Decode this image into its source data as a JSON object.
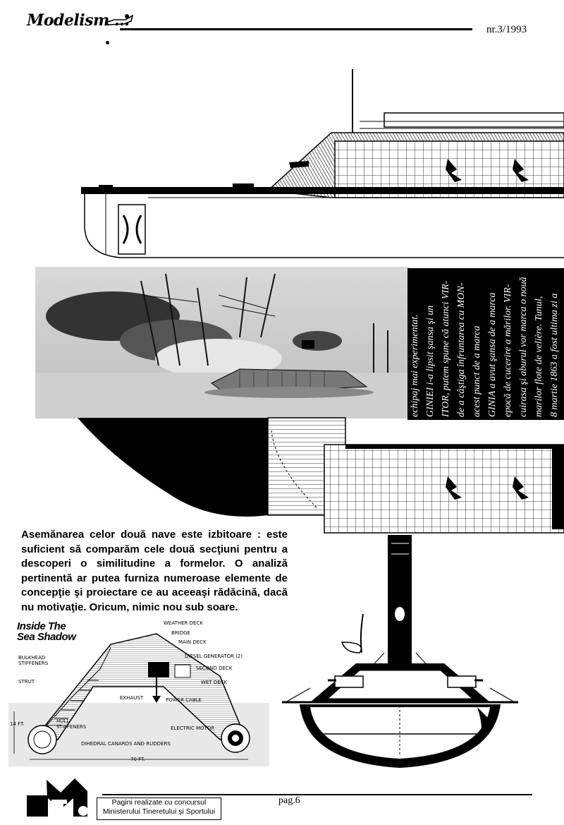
{
  "header": {
    "masthead": "Modelism ...",
    "issue": "nr.3/1993"
  },
  "sidebar_text": {
    "columns": [
      "8 martie 1863 a fost ultima zi a",
      "marilor flote de velière. Tunul,",
      "cuirasa şi aburul vor marca o nouă",
      "epocă de cucerire a mărilor. VIR-",
      "GINIA a avut şansa de a marca",
      "acest punct de a marca",
      "de a câştiga înfruntarea cu MON-",
      "ITOR, putem spune că atunci VIR-",
      "GINIEI i-a lipsit şansa şi un",
      "echipaj mai experimentat."
    ]
  },
  "paragraph": "Asemănarea celor două nave este izbitoare : este suficient să comparăm cele două secţiuni pentru a descoperi o similitudine a formelor. O analiză pertinentă ar putea furniza numeroase elemente de concepţie şi proiectare ce au aceeaşi rădăcină, dacă nu motivaţie. Oricum, nimic nou sub soare.",
  "sea_shadow": {
    "title_line1": "Inside The",
    "title_line2": "Sea Shadow",
    "labels": {
      "weather_deck": "WEATHER DECK",
      "bridge": "BRIDGE",
      "main_deck": "MAIN DECK",
      "diesel_generator": "DIESEL GENERATOR (2)",
      "second_deck": "SECOND DECK",
      "wet_deck": "WET DECK",
      "bulkhead_stiffeners": "BULKHEAD STIFFENERS",
      "strut": "STRUT",
      "exhaust": "EXHAUST",
      "power_cable": "POWER CABLE",
      "hull_stiffeners": "HULL STIFFENERS",
      "electric_motor": "ELECTRIC MOTOR",
      "canards": "DIHEDRAL CANARDS AND RUDDERS",
      "depth": "14 FT.",
      "length": "70 FT."
    }
  },
  "footer": {
    "credits_line1": "Pagini realizate cu concursul",
    "credits_line2": "Ministerului Tineretului şi Sportului",
    "page_label": "pag.6"
  }
}
